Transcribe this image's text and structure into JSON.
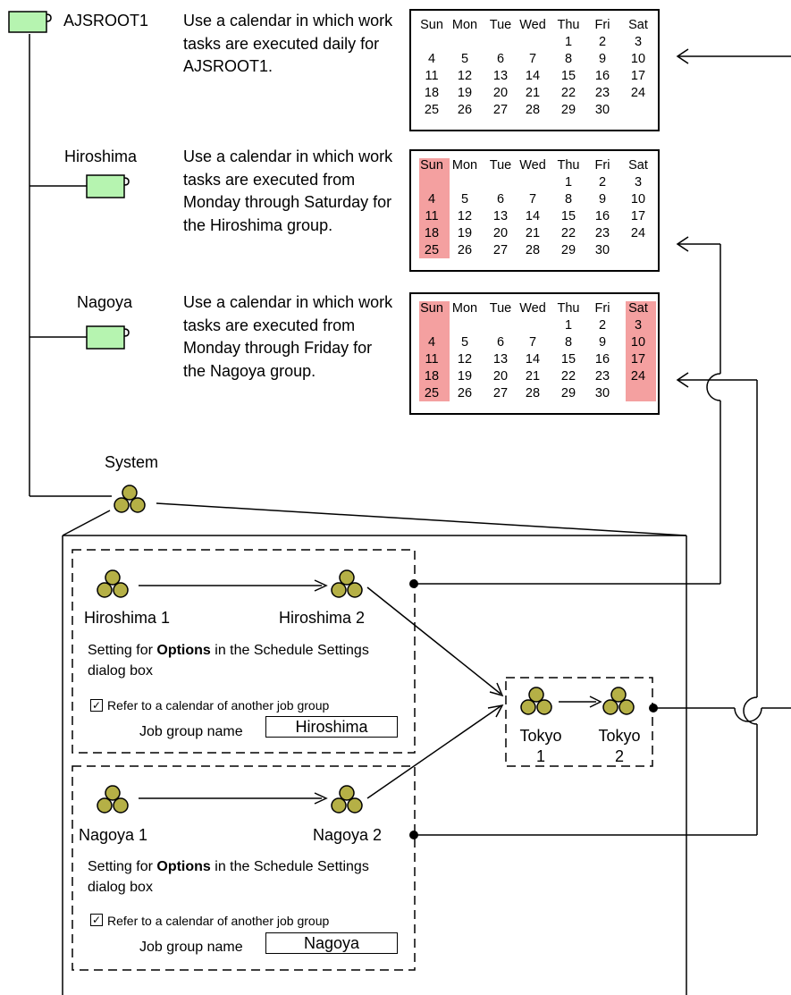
{
  "calendar_headers": [
    "Sun",
    "Mon",
    "Tue",
    "Wed",
    "Thu",
    "Fri",
    "Sat"
  ],
  "calendar_rows": [
    [
      "",
      "",
      "",
      "",
      "1",
      "2",
      "3"
    ],
    [
      "4",
      "5",
      "6",
      "7",
      "8",
      "9",
      "10"
    ],
    [
      "11",
      "12",
      "13",
      "14",
      "15",
      "16",
      "17"
    ],
    [
      "18",
      "19",
      "20",
      "21",
      "22",
      "23",
      "24"
    ],
    [
      "25",
      "26",
      "27",
      "28",
      "29",
      "30",
      ""
    ]
  ],
  "tree": {
    "root": {
      "name": "AJSROOT1",
      "description": "Use a calendar in which work tasks are executed daily for AJSROOT1.",
      "highlight_days": []
    },
    "hiroshima": {
      "name": "Hiroshima",
      "description": "Use a calendar in which work tasks are executed from Monday through Saturday for  the Hiroshima group.",
      "highlight_days": [
        "Sun"
      ]
    },
    "nagoya": {
      "name": "Nagoya",
      "description": "Use a calendar in which work tasks are executed from Monday through Friday for the Nagoya group.",
      "highlight_days": [
        "Sun",
        "Sat"
      ]
    },
    "system": {
      "name": "System"
    }
  },
  "groups": {
    "hiroshima": {
      "job1": "Hiroshima 1",
      "job2": "Hiroshima 2",
      "setting_prefix": "Setting for ",
      "setting_bold": "Options",
      "setting_suffix": " in the Schedule Settings dialog box",
      "checkbox_label": "Refer to a calendar of another job group",
      "checked": true,
      "field_label": "Job group name",
      "field_value": "Hiroshima"
    },
    "nagoya": {
      "job1": "Nagoya 1",
      "job2": "Nagoya 2",
      "setting_prefix": "Setting for ",
      "setting_bold": "Options",
      "setting_suffix": " in the Schedule Settings dialog box",
      "checkbox_label": "Refer to a calendar of another job group",
      "checked": true,
      "field_label": "Job group name",
      "field_value": "Nagoya"
    },
    "tokyo": {
      "job1_line1": "Tokyo",
      "job1_line2": "1",
      "job2_line1": "Tokyo",
      "job2_line2": "2"
    }
  },
  "colors": {
    "jobnet_fill": "#b5b046",
    "jobgroup_fill": "#b6f4b0",
    "highlight": "#f4a0a0"
  }
}
